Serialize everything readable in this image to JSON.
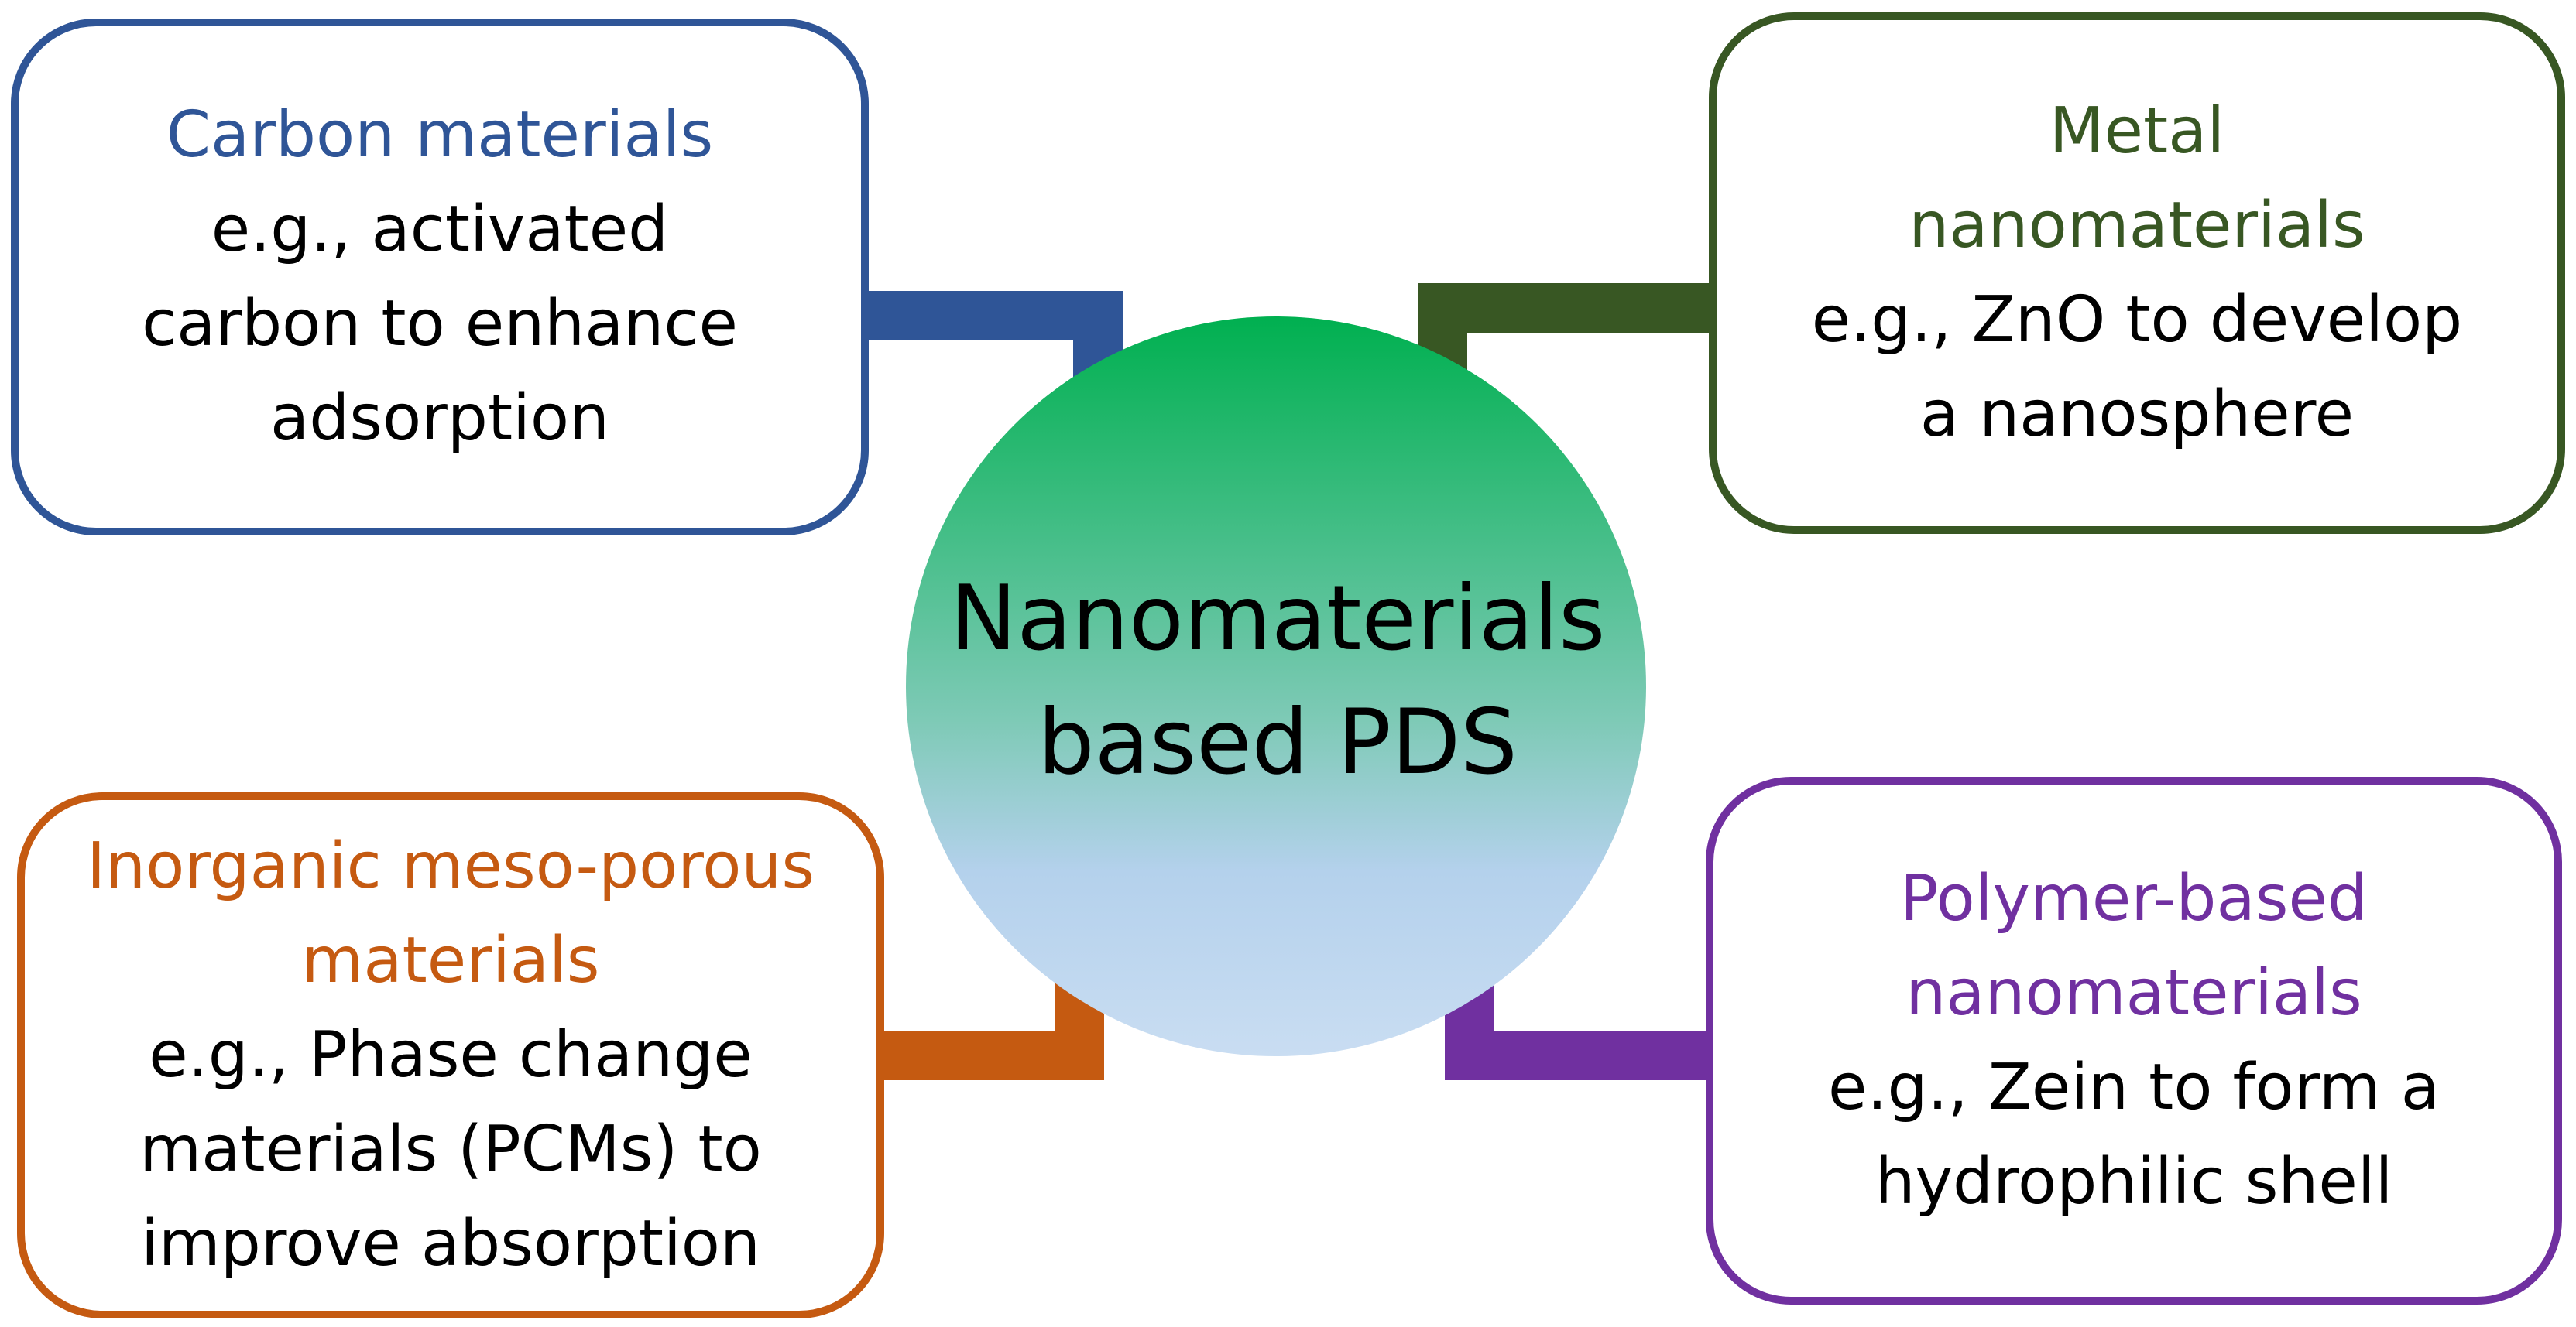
{
  "center": {
    "title_line1": "Nanomaterials",
    "title_line2": "based PDS"
  },
  "boxes": {
    "carbon": {
      "title": [
        "Carbon materials"
      ],
      "desc": [
        "e.g., activated",
        "carbon to enhance",
        "adsorption"
      ]
    },
    "metal": {
      "title": [
        "Metal",
        "nanomaterials"
      ],
      "desc": [
        "e.g., ZnO to develop",
        "a nanosphere"
      ]
    },
    "inorganic": {
      "title": [
        "Inorganic meso-porous",
        "materials"
      ],
      "desc": [
        "e.g., Phase change",
        "materials (PCMs) to",
        "improve absorption"
      ]
    },
    "polymer": {
      "title": [
        "Polymer-based",
        "nanomaterials"
      ],
      "desc": [
        "e.g., Zein to form a",
        "hydrophilic shell"
      ]
    }
  },
  "colors": {
    "carbon": "#2F5597",
    "metal": "#385723",
    "inorganic": "#C55A11",
    "polymer": "#7030A0",
    "circle_top": "#00B050",
    "circle_mid": "#7FCAB7",
    "circle_low": "#B4D1EC",
    "circle_bottom": "#C9DDF2"
  }
}
